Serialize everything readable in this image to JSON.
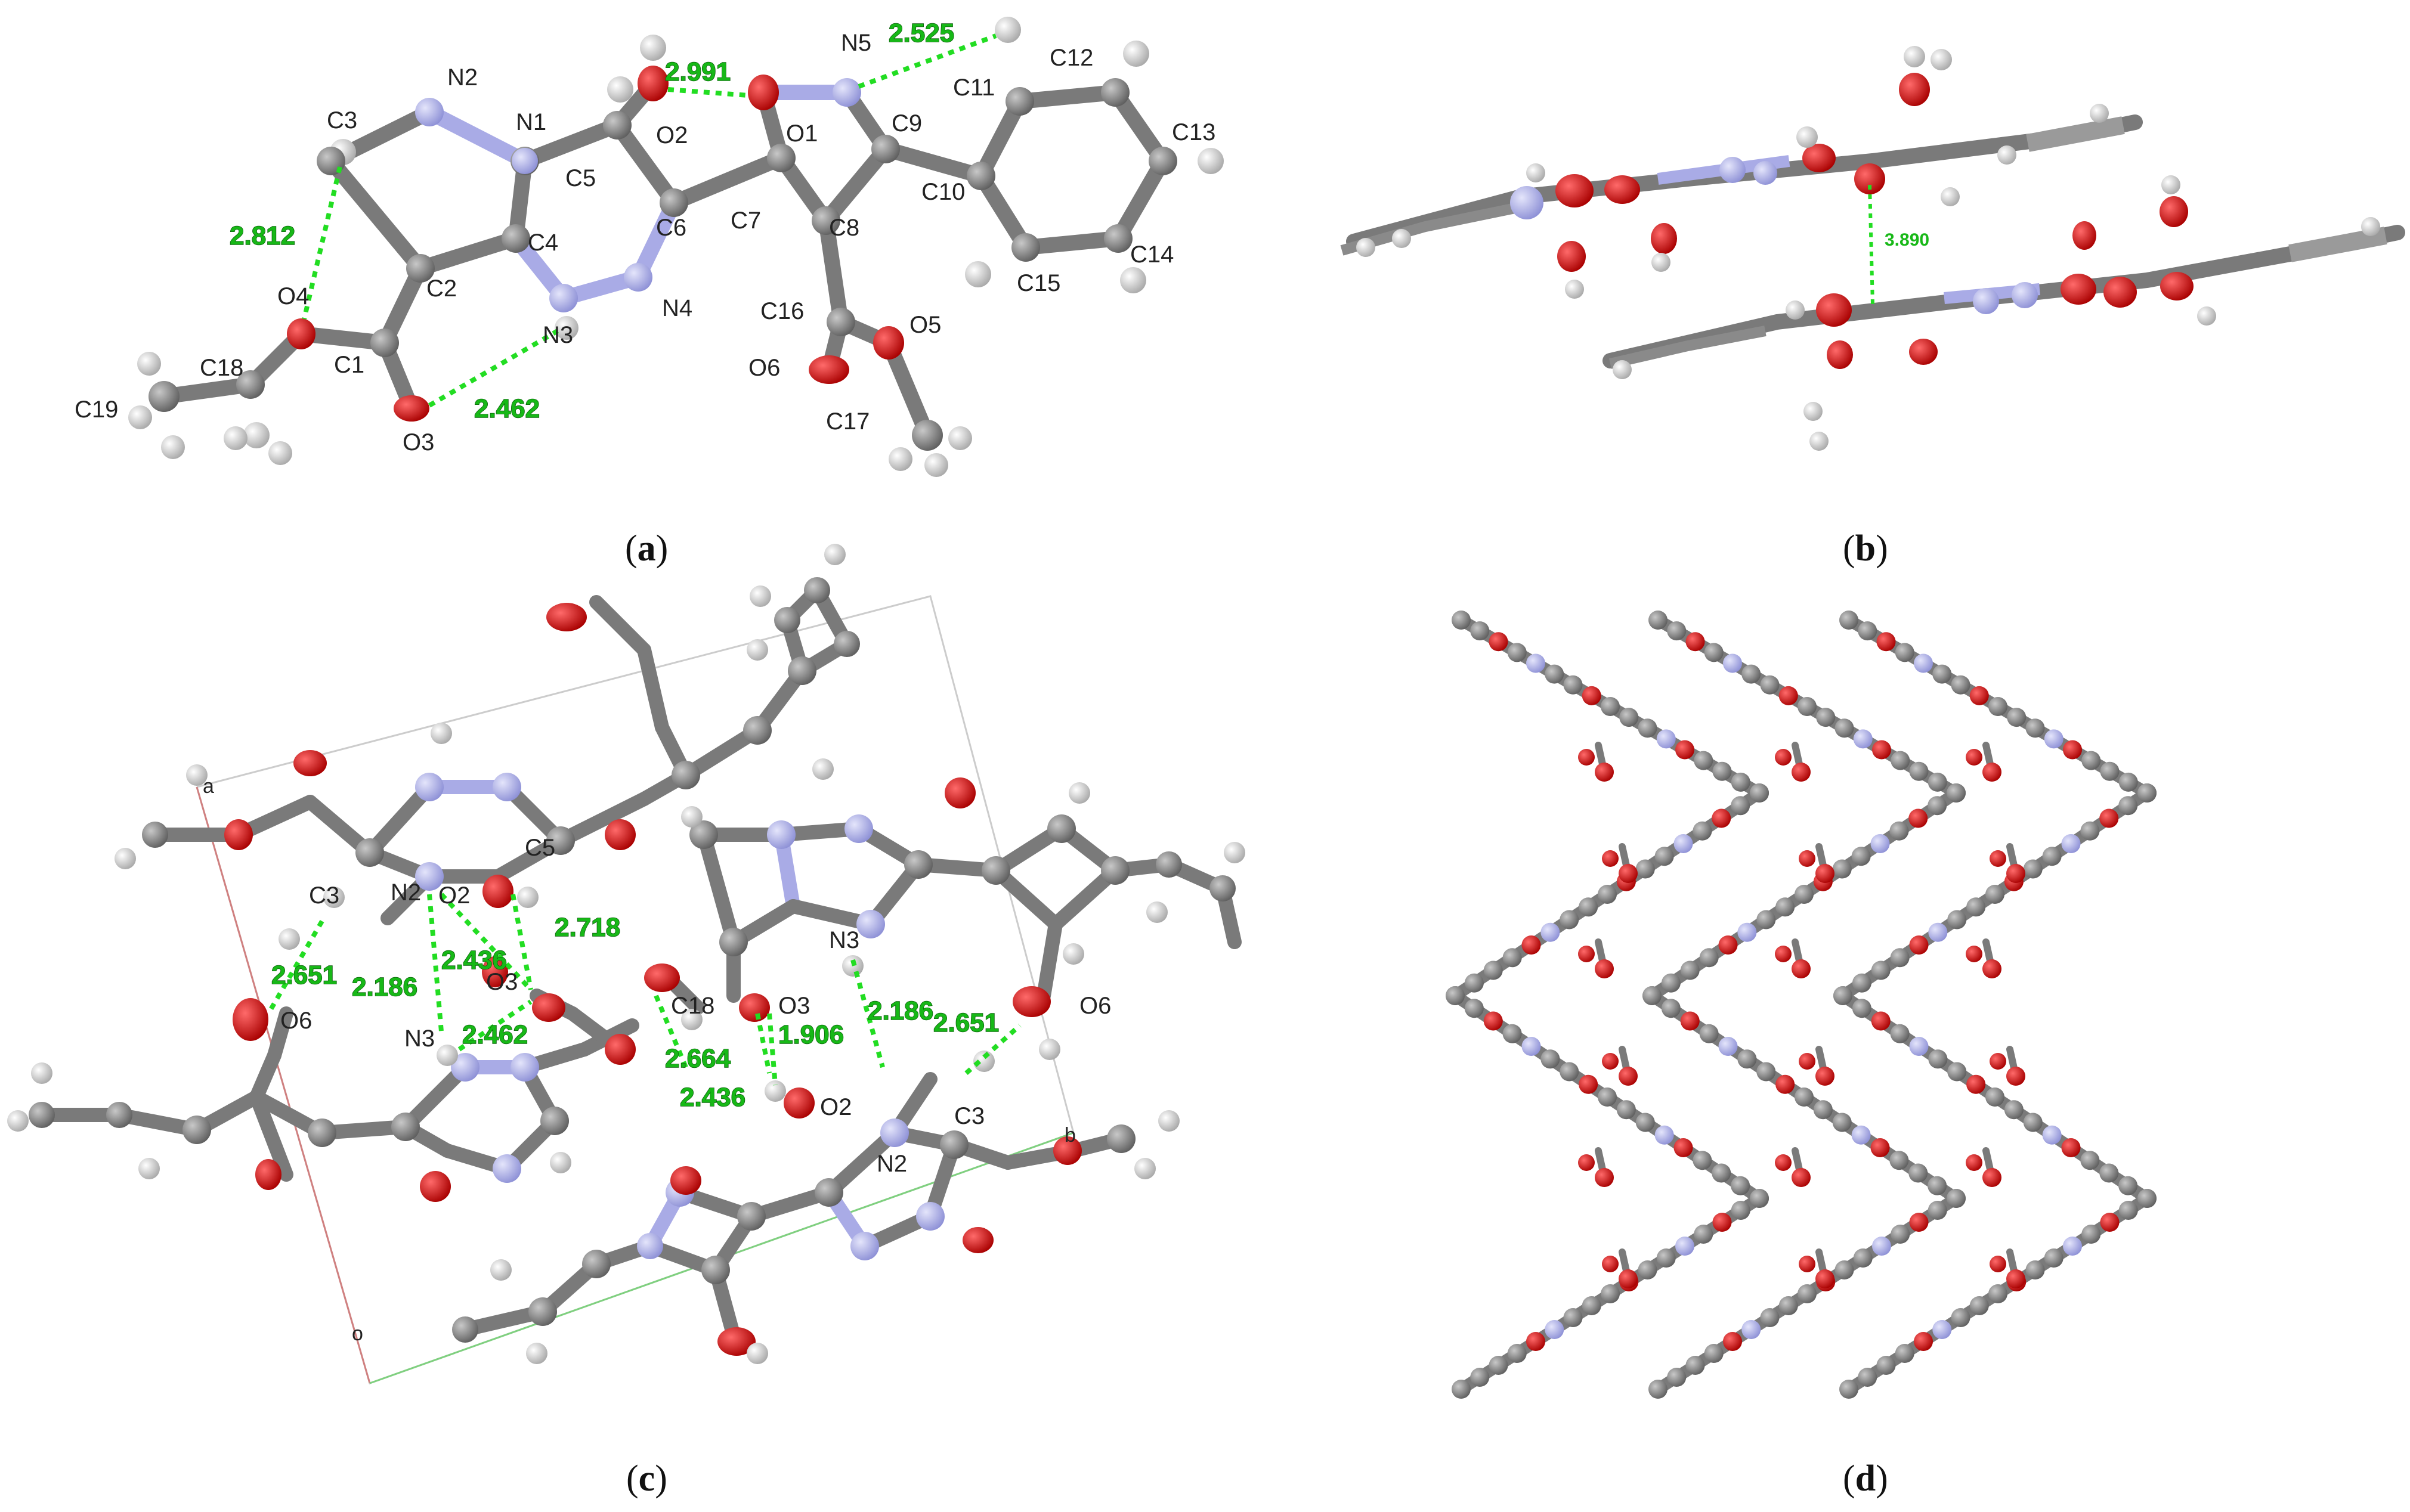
{
  "captions": {
    "a": {
      "open": "(",
      "letter": "a",
      "close": ")"
    },
    "b": {
      "open": "(",
      "letter": "b",
      "close": ")"
    },
    "c": {
      "open": "(",
      "letter": "c",
      "close": ")"
    },
    "d": {
      "open": "(",
      "letter": "d",
      "close": ")"
    }
  },
  "colors": {
    "carbon": "#7a7a7a",
    "nitrogen": "#a9abe6",
    "oxygen": "#d40000",
    "hydrogen": "#d9d9d9",
    "hbond": "#22dd22",
    "cell_a": "#d08080",
    "cell_b": "#7fd07f"
  },
  "panel_a": {
    "atom_labels": [
      "N2",
      "N1",
      "C3",
      "C5",
      "O2",
      "O1",
      "N5",
      "C11",
      "C12",
      "C9",
      "C13",
      "C6",
      "C7",
      "C8",
      "C10",
      "C4",
      "C2",
      "N4",
      "N3",
      "C16",
      "O5",
      "C15",
      "C14",
      "O4",
      "C1",
      "C18",
      "O6",
      "C19",
      "O3",
      "C17"
    ],
    "hbonds": [
      "2.991",
      "2.525",
      "2.812",
      "2.462"
    ]
  },
  "panel_b": {
    "distance": "3.890"
  },
  "panel_c": {
    "atom_labels": [
      "C5",
      "C3",
      "N2",
      "O2",
      "O3",
      "N3",
      "O6",
      "C18",
      "O3",
      "N3",
      "O6",
      "O2",
      "N2",
      "C3"
    ],
    "hbonds": [
      "2.718",
      "2.436",
      "2.651",
      "2.186",
      "2.462",
      "2.664",
      "1.906",
      "2.186",
      "2.651",
      "2.436"
    ],
    "cell_axes": [
      "a",
      "b",
      "o"
    ]
  },
  "panel_d": {}
}
